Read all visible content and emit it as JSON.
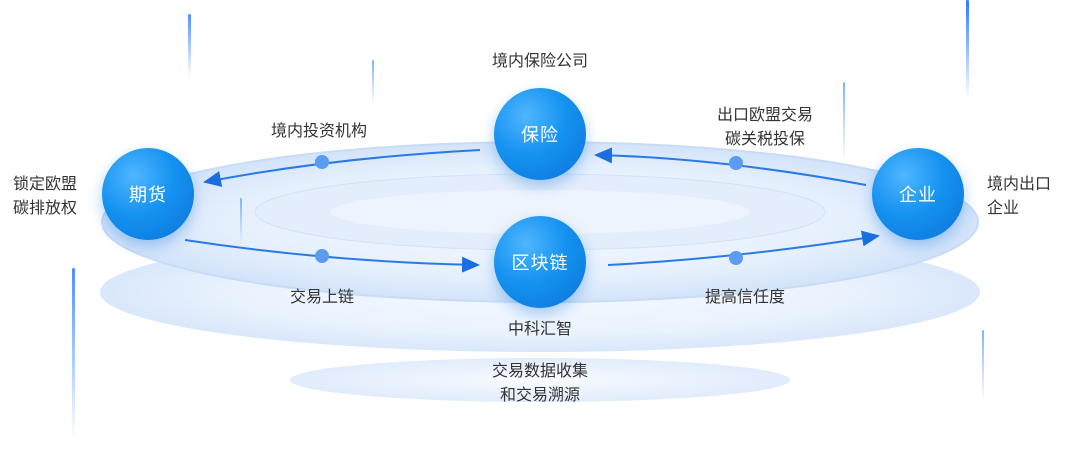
{
  "nodes": {
    "insurance": "保险",
    "futures": "期货",
    "blockchain": "区块链",
    "enterprise": "企业"
  },
  "labels": {
    "domestic_insurer": "境内保险公司",
    "domestic_investor": "境内投资机构",
    "export_insure_line1": "出口欧盟交易",
    "export_insure_line2": "碳关税投保",
    "lock_line1": "锁定欧盟",
    "lock_line2": "碳排放权",
    "exporter_line1": "境内出口",
    "exporter_line2": "企业",
    "onchain": "交易上链",
    "trust": "提高信任度",
    "provider": "中科汇智",
    "data_line1": "交易数据收集",
    "data_line2": "和交易溯源"
  }
}
